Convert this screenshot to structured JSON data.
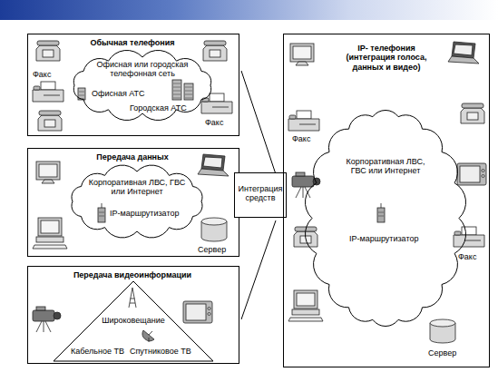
{
  "diagram": {
    "nodes": [
      {
        "text": [
          "Обычная телефония"
        ]
      },
      {
        "text": [
          "Офисная или городская телефонная сеть",
          "Офисная АТС",
          "Городская АТС"
        ],
        "in": 0
      },
      {
        "text": [
          "Передача данных"
        ]
      },
      {
        "text": [
          "Корпоративная ЛВС, ГВС или Интернет",
          "IP-маршрутизатор"
        ],
        "in": 2
      },
      {
        "text": [
          "Передача видеоинформации"
        ]
      },
      {
        "text": [
          "Широковещание",
          "Кабельное ТВ",
          "Спутниковое ТВ"
        ],
        "in": 4
      },
      {
        "text": [
          "Интеграция средств"
        ]
      },
      {
        "text": [
          "IP- телефония (интеграция голоса, данных и видео)"
        ]
      },
      {
        "text": [
          "Корпоративная ЛВС, ГВС или Интернет",
          "IP-маршрутизатор"
        ],
        "in": 7
      }
    ],
    "labels": [
      "Факс",
      "Факс",
      "Сервер",
      "Факс",
      "Факс",
      "Сервер"
    ]
  }
}
